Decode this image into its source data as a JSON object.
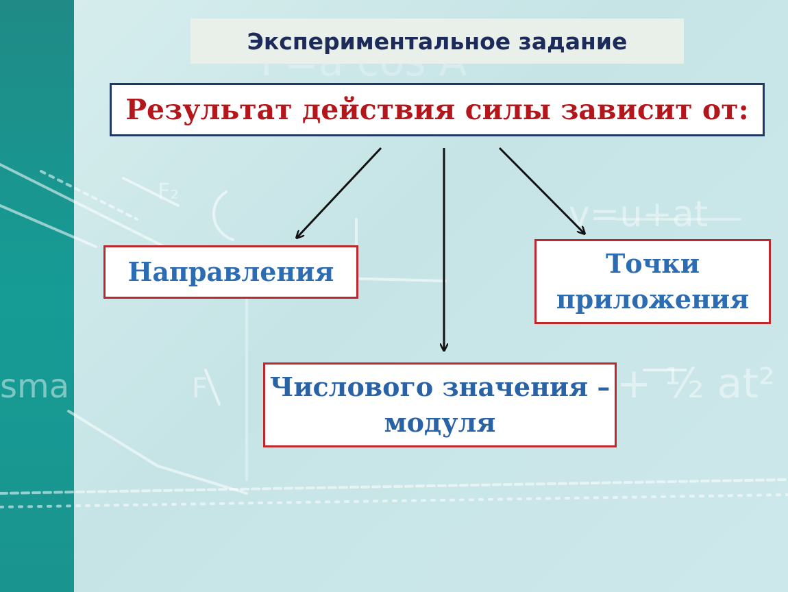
{
  "header": {
    "title": "Экспериментальное задание"
  },
  "main": {
    "statement": "Результат действия силы зависит от:"
  },
  "nodes": {
    "direction": "Направления",
    "application_point": "Точки приложения",
    "magnitude": "Числового значения – модуля"
  },
  "colors": {
    "accent_band": "#169c95",
    "title_text": "#1d2b5a",
    "statement_text": "#b3161b",
    "node_text": "#2b6cb3",
    "node_border": "#c0272d",
    "statement_border": "#1f3864"
  }
}
